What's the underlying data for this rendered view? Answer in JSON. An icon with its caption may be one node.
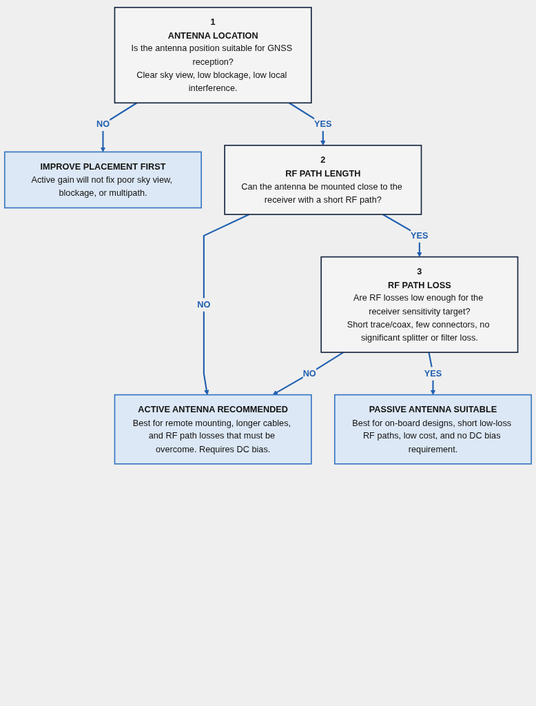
{
  "diagram": {
    "nodes": [
      {
        "text": [
          "1",
          "ANTENNA LOCATION",
          "Is the antenna position suitable for GNSS reception?",
          "Clear sky view, low blockage, low local interference."
        ]
      },
      {
        "text": [
          "IMPROVE PLACEMENT FIRST",
          "Active gain will not fix poor sky view, blockage, or multipath."
        ]
      },
      {
        "text": [
          "2",
          "RF PATH LENGTH",
          "Can the antenna be mounted close to the receiver with a short RF path?"
        ]
      },
      {
        "text": [
          "3",
          "RF PATH LOSS",
          "Are RF losses low enough for the receiver sensitivity target?",
          "Short trace/coax, few connectors, no significant splitter or filter loss."
        ]
      },
      {
        "text": [
          "PASSIVE ANTENNA SUITABLE",
          "Best for on-board designs, short low-loss RF paths, low cost, and no DC bias requirement."
        ]
      },
      {
        "text": [
          "ACTIVE ANTENNA RECOMMENDED",
          "Best for remote mounting, longer cables, and RF path losses that must be overcome. Requires DC bias."
        ]
      }
    ],
    "edges": [
      {
        "from": 0,
        "to": 1,
        "label": "NO",
        "arrow": "to"
      },
      {
        "from": 0,
        "to": 2,
        "label": "YES",
        "arrow": "to"
      },
      {
        "from": 2,
        "to": 5,
        "label": "NO",
        "arrow": "to"
      },
      {
        "from": 2,
        "to": 3,
        "label": "YES",
        "arrow": "to"
      },
      {
        "from": 3,
        "to": 4,
        "label": "YES",
        "arrow": "to"
      },
      {
        "from": 3,
        "to": 5,
        "label": "NO",
        "arrow": "to"
      }
    ]
  }
}
